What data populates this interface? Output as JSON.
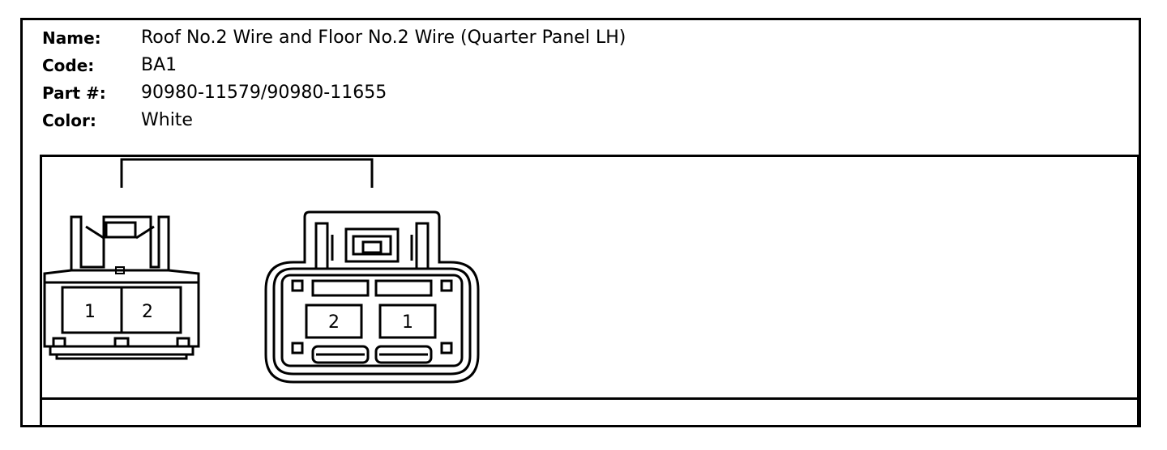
{
  "info": {
    "name_label": "Name:",
    "name_value": "Roof No.2 Wire and Floor No.2 Wire (Quarter Panel LH)",
    "code_label": "Code:",
    "code_value": "BA1",
    "part_label": "Part #:",
    "part_value": "90980-11579/90980-11655",
    "color_label": "Color:",
    "color_value": "White"
  },
  "connector_left": {
    "pins": [
      "1",
      "2"
    ]
  },
  "connector_right": {
    "pins": [
      "2",
      "1"
    ]
  }
}
